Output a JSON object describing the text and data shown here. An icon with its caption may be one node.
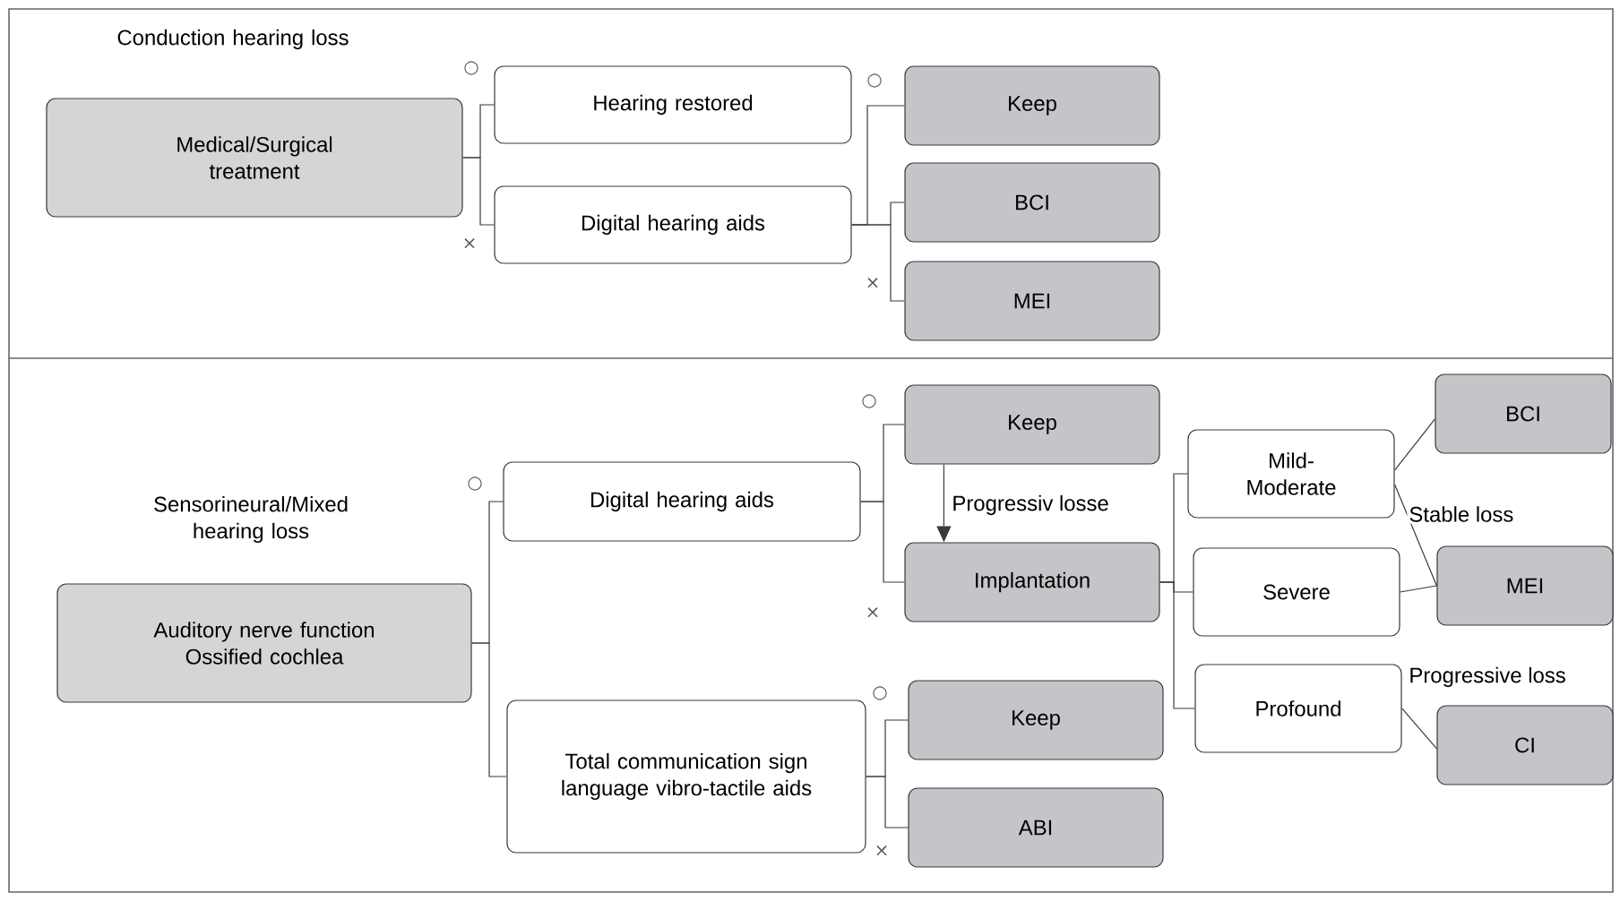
{
  "diagram": {
    "nodes": [
      {
        "text": [
          "Conduction hearing loss",
          "Medical/Surgical treatment"
        ]
      },
      {
        "text": [
          "Hearing restored"
        ]
      },
      {
        "text": [
          "Digital hearing aids"
        ]
      },
      {
        "text": [
          "Keep"
        ]
      },
      {
        "text": [
          "BCI"
        ]
      },
      {
        "text": [
          "MEI"
        ]
      },
      {
        "text": [
          "Sensorineural/Mixed hearing loss",
          "Auditory nerve function Ossified cochlea"
        ]
      },
      {
        "text": [
          "Digital hearing aids"
        ]
      },
      {
        "text": [
          "Keep"
        ]
      },
      {
        "text": [
          "Implantation"
        ]
      },
      {
        "text": [
          "Mild-Moderate"
        ]
      },
      {
        "text": [
          "Severe"
        ]
      },
      {
        "text": [
          "Profound"
        ]
      },
      {
        "text": [
          "BCI"
        ]
      },
      {
        "text": [
          "MEI"
        ]
      },
      {
        "text": [
          "CI"
        ]
      },
      {
        "text": [
          "Total communication sign language vibro-tactile aids"
        ]
      },
      {
        "text": [
          "Keep"
        ]
      },
      {
        "text": [
          "ABI"
        ]
      }
    ],
    "edges": [
      {
        "from": 0,
        "to": 1,
        "arrow": "none"
      },
      {
        "from": 0,
        "to": 2,
        "arrow": "none"
      },
      {
        "from": 2,
        "to": 3,
        "arrow": "none"
      },
      {
        "from": 2,
        "to": 4,
        "arrow": "none"
      },
      {
        "from": 2,
        "to": 5,
        "arrow": "none"
      },
      {
        "from": 6,
        "to": 7,
        "arrow": "none"
      },
      {
        "from": 6,
        "to": 16,
        "arrow": "none"
      },
      {
        "from": 7,
        "to": 8,
        "arrow": "none"
      },
      {
        "from": 7,
        "to": 9,
        "arrow": "none"
      },
      {
        "from": 8,
        "to": 9,
        "arrow": "to",
        "label": "Progressiv losse"
      },
      {
        "from": 9,
        "to": 10,
        "arrow": "none"
      },
      {
        "from": 9,
        "to": 11,
        "arrow": "none"
      },
      {
        "from": 9,
        "to": 12,
        "arrow": "none"
      },
      {
        "from": 10,
        "to": 13,
        "arrow": "none"
      },
      {
        "from": 10,
        "to": 14,
        "arrow": "none",
        "label": "Stable loss"
      },
      {
        "from": 11,
        "to": 14,
        "arrow": "none"
      },
      {
        "from": 12,
        "to": 15,
        "arrow": "none",
        "label": "Progressive loss"
      },
      {
        "from": 16,
        "to": 17,
        "arrow": "none"
      },
      {
        "from": 16,
        "to": 18,
        "arrow": "none"
      }
    ],
    "labels": [
      "○",
      "○",
      "×",
      "×",
      "○",
      "○",
      "×",
      "○",
      "×"
    ]
  }
}
